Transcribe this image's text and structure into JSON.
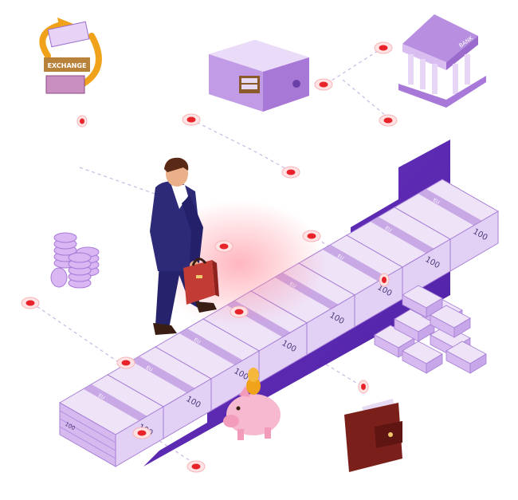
{
  "scene": {
    "title": "",
    "banknote_value": "100",
    "note_tag": "EU",
    "bank_sign": "BANK",
    "exchange_sign": "EXCHANGE",
    "colors": {
      "stair_side": "#5b2bb0",
      "stair_front": "#7a45c9",
      "note_face": "#e7dbf3",
      "note_band": "#c9a8e6",
      "suit": "#2d2a78",
      "briefcase": "#c23b35",
      "marker_red": "#e8232a",
      "piggy": "#f7b9d0",
      "wallet": "#7b1f1b",
      "coin_gold": "#f0a21a",
      "icon_lilac": "#c7a6ea"
    },
    "icons": [
      "currency-exchange-icon",
      "safe-icon",
      "bank-icon",
      "coin-stack-icon",
      "cash-bundles-icon",
      "piggy-bank-icon",
      "wallet-icon",
      "businessman-figure",
      "briefcase-icon"
    ]
  }
}
